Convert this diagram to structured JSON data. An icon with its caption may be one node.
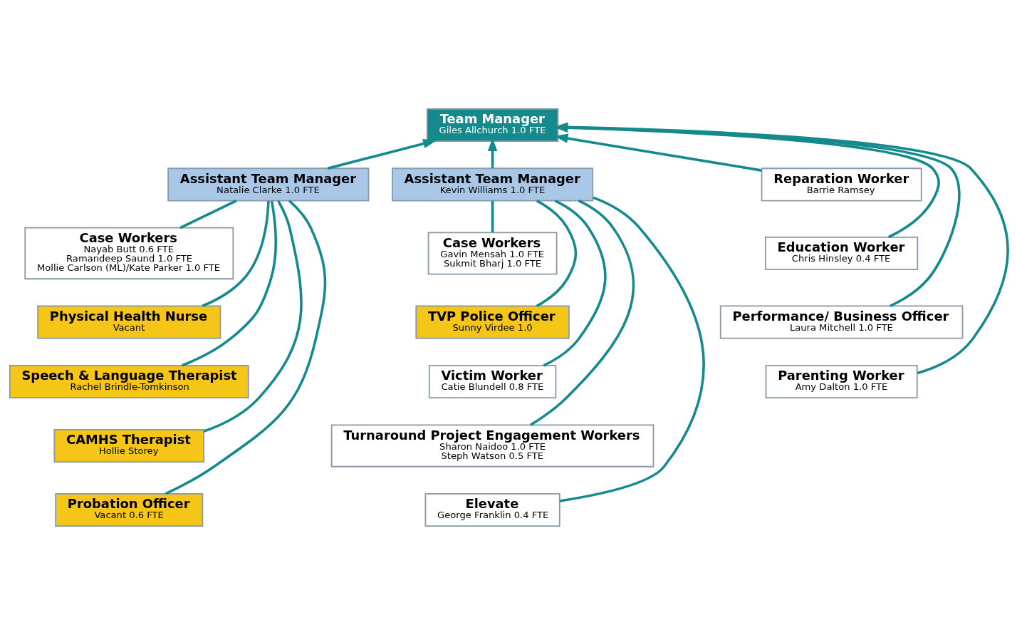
{
  "diagram": {
    "nodes": [
      {
        "text": [
          "Team Manager",
          "Giles Allchurch 1.0 FTE"
        ]
      },
      {
        "text": [
          "Assistant Team Manager",
          "Natalie Clarke 1.0 FTE"
        ]
      },
      {
        "text": [
          "Assistant Team Manager",
          "Kevin Williams 1.0 FTE"
        ]
      },
      {
        "text": [
          "Case Workers",
          "Nayab Butt 0.6 FTE",
          "Ramandeep Saund 1.0 FTE",
          "Mollie Carlson (ML)/Kate Parker 1.0 FTE"
        ]
      },
      {
        "text": [
          "Physical Health Nurse",
          "Vacant"
        ]
      },
      {
        "text": [
          "Speech & Language Therapist",
          "Rachel Brindle-Tomkinson"
        ]
      },
      {
        "text": [
          "CAMHS Therapist",
          "Hollie Storey"
        ]
      },
      {
        "text": [
          "Probation Officer",
          "Vacant 0.6 FTE"
        ]
      },
      {
        "text": [
          "Reparation Worker",
          "Barrie Ramsey"
        ]
      },
      {
        "text": [
          "Education Worker",
          "Chris Hinsley 0.4 FTE"
        ]
      },
      {
        "text": [
          "Performance/ Business Officer",
          "Laura Mitchell 1.0 FTE"
        ]
      },
      {
        "text": [
          "Parenting Worker",
          "Amy Dalton 1.0 FTE"
        ]
      },
      {
        "text": [
          "Case Workers",
          "Gavin Mensah 1.0 FTE",
          "Sukmit Bharj 1.0 FTE"
        ]
      },
      {
        "text": [
          "TVP Police Officer",
          "Sunny Virdee 1.0"
        ]
      },
      {
        "text": [
          "Victim Worker",
          "Catie Blundell 0.8 FTE"
        ]
      },
      {
        "text": [
          "Turnaround Project Engagement Workers",
          "Sharon Naidoo 1.0 FTE",
          "Steph Watson 0.5 FTE"
        ]
      },
      {
        "text": [
          "Elevate",
          "George Franklin 0.4 FTE"
        ]
      }
    ],
    "edges": [
      {
        "from": 1,
        "to": 0,
        "arrow": "to"
      },
      {
        "from": 8,
        "to": 0,
        "arrow": "to"
      },
      {
        "from": 9,
        "to": 0,
        "arrow": "to"
      },
      {
        "from": 10,
        "to": 0,
        "arrow": "to"
      },
      {
        "from": 11,
        "to": 0,
        "arrow": "to"
      },
      {
        "from": 2,
        "to": 0,
        "arrow": "to"
      },
      {
        "from": 1,
        "to": 3,
        "arrow": "none"
      },
      {
        "from": 1,
        "to": 4,
        "arrow": "none"
      },
      {
        "from": 1,
        "to": 5,
        "arrow": "none"
      },
      {
        "from": 1,
        "to": 6,
        "arrow": "none"
      },
      {
        "from": 1,
        "to": 7,
        "arrow": "none"
      },
      {
        "from": 2,
        "to": 12,
        "arrow": "none"
      },
      {
        "from": 2,
        "to": 13,
        "arrow": "none"
      },
      {
        "from": 2,
        "to": 14,
        "arrow": "none"
      },
      {
        "from": 2,
        "to": 15,
        "arrow": "none"
      },
      {
        "from": 2,
        "to": 16,
        "arrow": "none"
      }
    ]
  }
}
